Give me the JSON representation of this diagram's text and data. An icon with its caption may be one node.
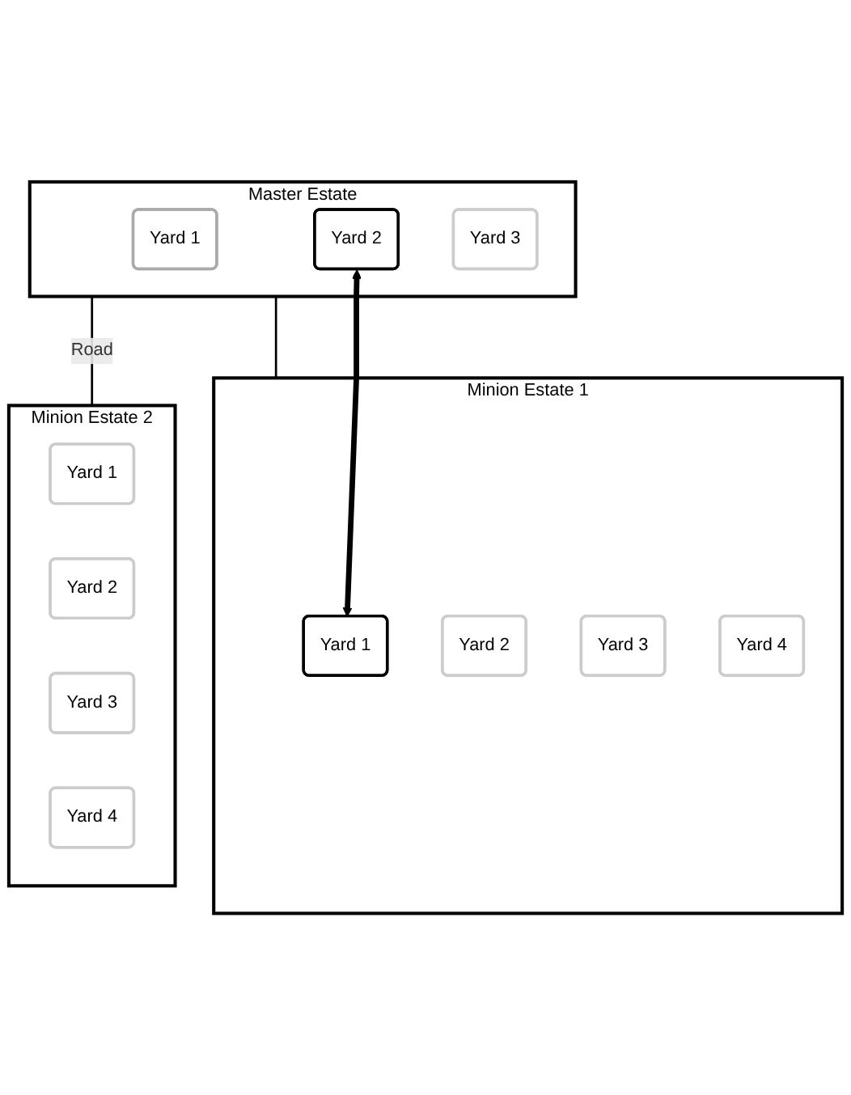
{
  "diagram": {
    "nodes": [
      {
        "text": [
          "Master Estate"
        ]
      },
      {
        "text": [
          "Yard 1"
        ],
        "in": 0
      },
      {
        "text": [
          "Yard 2"
        ],
        "in": 0
      },
      {
        "text": [
          "Yard 3"
        ],
        "in": 0
      },
      {
        "text": [
          "Minion Estate 1"
        ]
      },
      {
        "text": [
          "Yard 1"
        ],
        "in": 4
      },
      {
        "text": [
          "Yard 2"
        ],
        "in": 4
      },
      {
        "text": [
          "Yard 3"
        ],
        "in": 4
      },
      {
        "text": [
          "Yard 4"
        ],
        "in": 4
      },
      {
        "text": [
          "Minion Estate 2"
        ]
      },
      {
        "text": [
          "Yard 1"
        ],
        "in": 9
      },
      {
        "text": [
          "Yard 2"
        ],
        "in": 9
      },
      {
        "text": [
          "Yard 3"
        ],
        "in": 9
      },
      {
        "text": [
          "Yard 4"
        ],
        "in": 9
      }
    ],
    "edges": [
      {
        "from": 0,
        "to": 4,
        "arrow": "none"
      },
      {
        "from": 0,
        "to": 9,
        "arrow": "none",
        "label": "Road"
      },
      {
        "from": 2,
        "to": 5,
        "arrow": "both",
        "style": "thick"
      }
    ]
  }
}
